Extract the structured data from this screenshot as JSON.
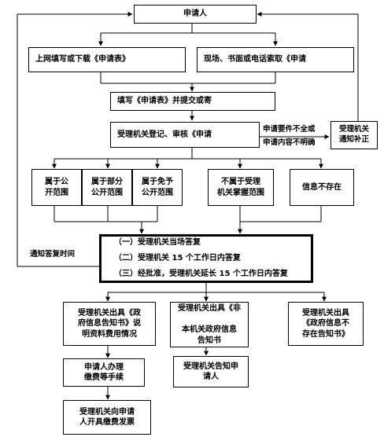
{
  "nodes": {
    "applicant": "申请人",
    "online_download": "上网填写或下载《申请表》",
    "onsite_request": "现场、书面或电话索取《申请",
    "submit_form": "填写《申请表》并提交或寄",
    "register_review": "受理机关登记、审核《申请",
    "notify_correction": "受理机关\n通知补正",
    "public_scope": "属于公\n开范围",
    "partial_public": "属于部分\n公开范围",
    "exempt_public": "属于免予\n公开范围",
    "not_in_jurisdiction": "不属于受理\n机关掌握范围",
    "info_not_exist": "信息不存在",
    "reply_options": [
      "（一）受理机关当场答复",
      "（二）受理机关 15 个工作日内答复",
      "（三）经批准，受理机关延长 15 个工作日内答复"
    ],
    "issue_disclosure": "受理机关出具《政\n府信息告知书》说\n明资料费用情况",
    "issue_non_agency": "受理机关出具《非\n\n本机关政府信息\n告知书",
    "issue_not_exist": "受理机关出具\n《政府信息不\n存在告知书》",
    "pay_fees": "申请人办理\n缴费等手续",
    "notify_applicant": "受理机关告知申\n请人",
    "invoice": "受理机关向申请\n人开具缴费发票"
  },
  "labels": {
    "incomplete_elements": "申请要件不全或",
    "unclear_content": "申请内容不明确",
    "notify_reply_time": "通知答复时间"
  }
}
